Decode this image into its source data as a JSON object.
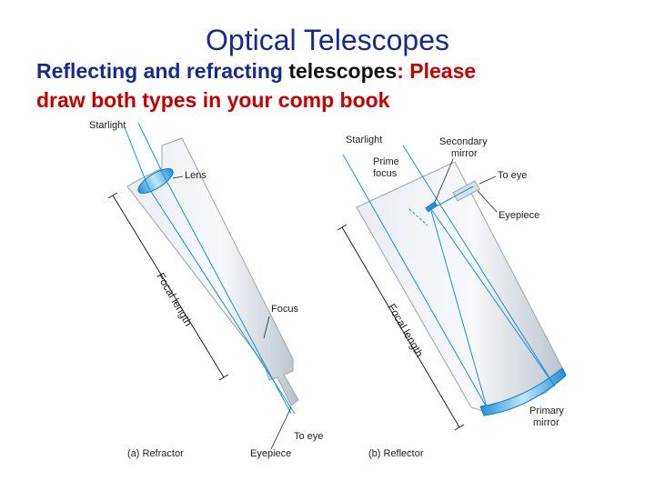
{
  "title": "Optical Telescopes",
  "subtitle": {
    "part1": "Reflecting and refracting ",
    "part2": "telescopes",
    "part3": ": Please",
    "part4": "draw both types in your comp book"
  },
  "refractor": {
    "starlight": "Starlight",
    "lens": "Lens",
    "focal_length": "Focal length",
    "focus": "Focus",
    "to_eye": "To eye",
    "eyepiece": "Eyepiece",
    "caption": "(a) Refractor"
  },
  "reflector": {
    "starlight": "Starlight",
    "secondary_mirror": "Secondary mirror",
    "prime_focus": "Prime focus",
    "to_eye": "To eye",
    "eyepiece": "Eyepiece",
    "focal_length": "Focal length",
    "primary_mirror": "Primary mirror",
    "caption": "(b) Reflector"
  },
  "colors": {
    "title": "#1a2a8a",
    "highlight": "#111111",
    "accent_red": "#c00000",
    "ray": "#1e8fd0"
  }
}
